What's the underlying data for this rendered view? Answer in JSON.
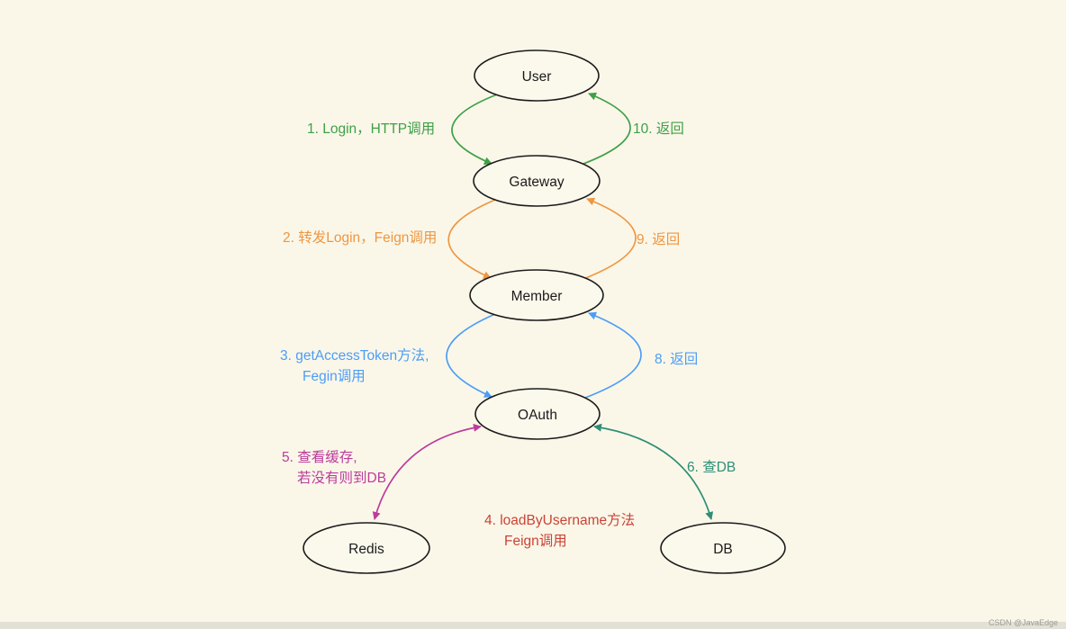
{
  "canvas": {
    "background": "#faf7e9",
    "footer_bar": "#e3e1d6"
  },
  "colors": {
    "green": "#3fa047",
    "orange": "#ef9640",
    "blue": "#4d9df6",
    "magenta": "#bd3c9c",
    "teal": "#2f8f76",
    "red": "#cb4335",
    "node_stroke": "#1b1b1b",
    "node_fill": "#fbf8ec",
    "node_text": "#1b1b1b",
    "watermark": "#9a9a96"
  },
  "nodes": {
    "user": {
      "label": "User"
    },
    "gateway": {
      "label": "Gateway"
    },
    "member": {
      "label": "Member"
    },
    "oauth": {
      "label": "OAuth"
    },
    "redis": {
      "label": "Redis"
    },
    "db": {
      "label": "DB"
    }
  },
  "edges": {
    "login": {
      "label": "1. Login，HTTP调用"
    },
    "ret10": {
      "label": "10. 返回"
    },
    "forward": {
      "label": "2. 转发Login，Feign调用"
    },
    "ret9": {
      "label": "9. 返回"
    },
    "get_access_token": {
      "label_line1": "3. getAccessToken方法,",
      "label_line2": "Fegin调用"
    },
    "ret8": {
      "label": "8. 返回"
    },
    "load_by_username": {
      "label_line1": "4. loadByUsername方法",
      "label_line2": "Feign调用"
    },
    "cache": {
      "label_line1": "5. 查看缓存,",
      "label_line2": "若没有则到DB"
    },
    "query_db": {
      "label": "6. 查DB"
    }
  },
  "watermark": {
    "text": "CSDN @JavaEdge"
  }
}
